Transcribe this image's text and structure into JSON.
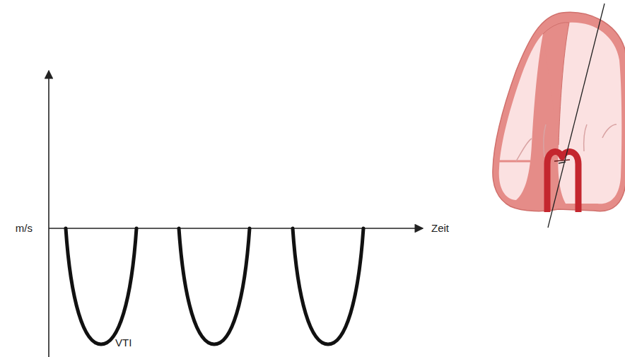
{
  "diagram": {
    "labels": [
      "m/s",
      "Zeit",
      "VTI"
    ]
  }
}
